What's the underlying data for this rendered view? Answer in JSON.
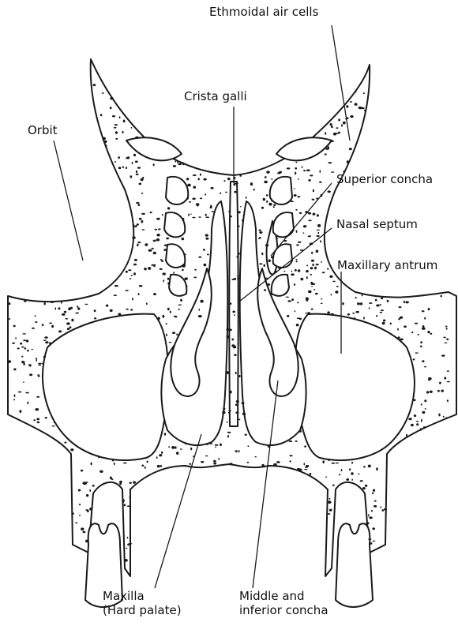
{
  "labels": {
    "ethmoidal": "Ethmoidal air cells",
    "crista": "Crista galli",
    "orbit": "Orbit",
    "superior_concha": "Superior concha",
    "nasal_septum": "Nasal septum",
    "maxillary_antrum": "Maxillary antrum",
    "maxilla_line1": "Maxilla",
    "maxilla_line2": "(Hard palate)",
    "middle_line1": "Middle and",
    "middle_line2": "inferior concha"
  },
  "colors": {
    "ink": "#1a1a1a",
    "background": "#ffffff"
  }
}
